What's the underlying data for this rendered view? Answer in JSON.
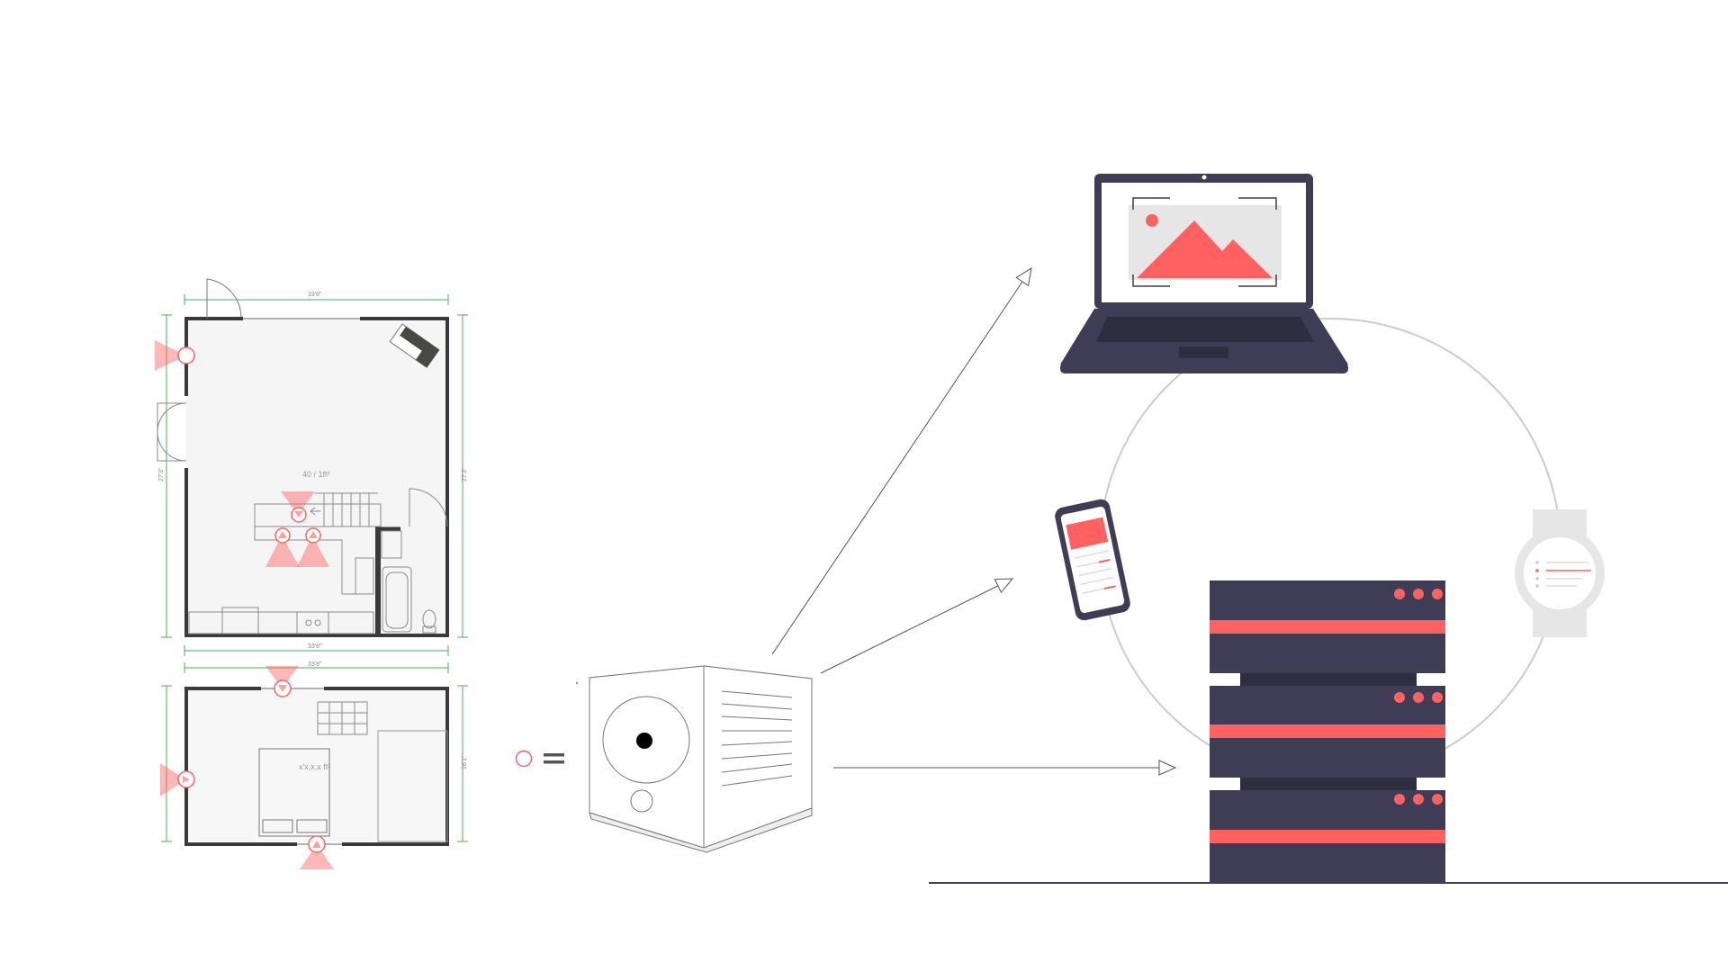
{
  "diagram": {
    "type": "security-camera-system",
    "ground_floor": {
      "width_label": "33'8\"",
      "side_label": "27'3\"",
      "side_label_right": "27'3\"",
      "area_label": "40 / 1ft²",
      "bottom_label": "33'8\""
    },
    "upper_floor": {
      "width_label": "33'8\"",
      "area_label": "x'x,x,x ft²",
      "side_label": "16'1\""
    },
    "legend": {
      "symbol": "camera-marker",
      "operator": "="
    },
    "devices": [
      "camera",
      "laptop",
      "smartphone",
      "smartwatch",
      "server-rack"
    ],
    "colors": {
      "accent": "#ff6161",
      "dark": "#3f3d56",
      "wall": "#3a3a3a",
      "dimension": "#4caf50",
      "line": "#cccccc"
    }
  }
}
